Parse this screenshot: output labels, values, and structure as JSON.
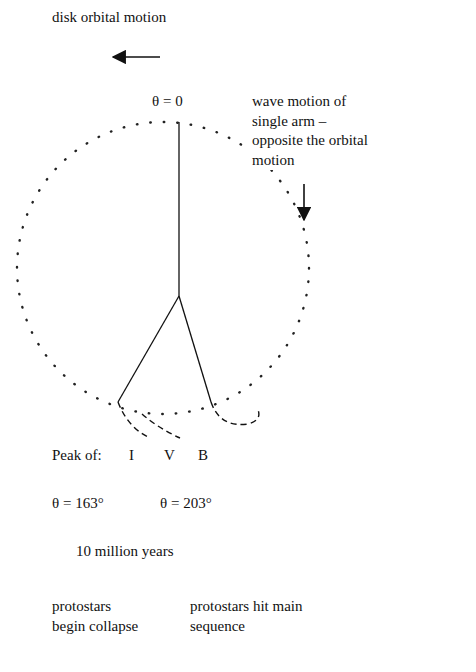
{
  "diagram": {
    "labels": [
      "disk orbital motion",
      "θ = 0",
      "wave motion of single arm – opposite the orbital motion",
      "Peak of:",
      "I",
      "V",
      "B",
      "θ = 163°",
      "θ = 203°",
      "10 million years",
      "protostars begin collapse",
      "protostars hit main sequence"
    ]
  }
}
